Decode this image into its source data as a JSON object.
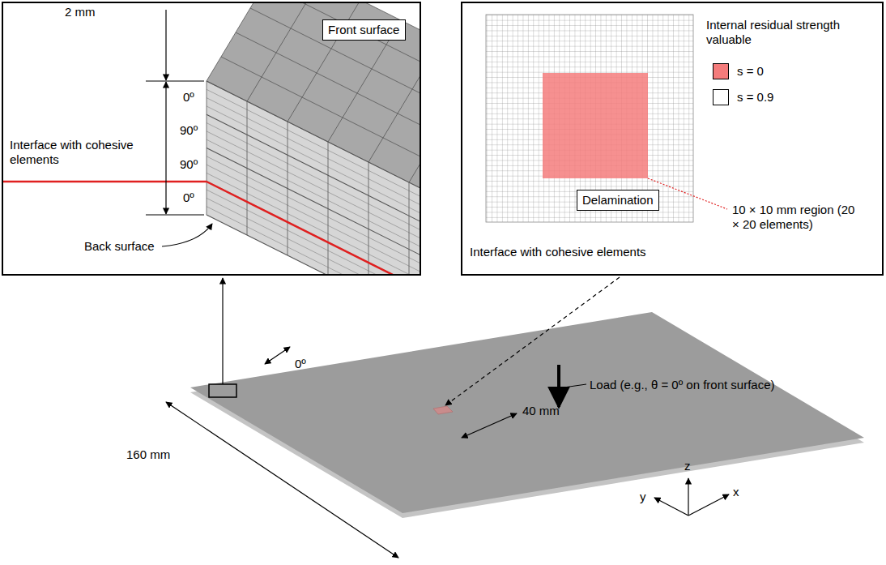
{
  "diagram": {
    "nodes": [
      {
        "text": [
          "Front surface"
        ]
      },
      {
        "text": [
          "Delamination"
        ]
      }
    ],
    "labels": [
      "2 mm",
      "0º",
      "90º",
      "90º",
      "0º",
      "Interface with cohesive elements",
      "Back surface",
      "Internal residual strength valuable",
      "10 × 10 mm region (20 × 20 elements)",
      "Interface with cohesive elements",
      "Load (e.g., θ = 0º on front surface)",
      "0º",
      "40 mm",
      "160 mm",
      "z",
      "y",
      "x"
    ],
    "legend": [
      {
        "text": "s = 0",
        "color": "#f47c7c"
      },
      {
        "text": "s = 0.9",
        "color": "#ffffff"
      }
    ]
  }
}
